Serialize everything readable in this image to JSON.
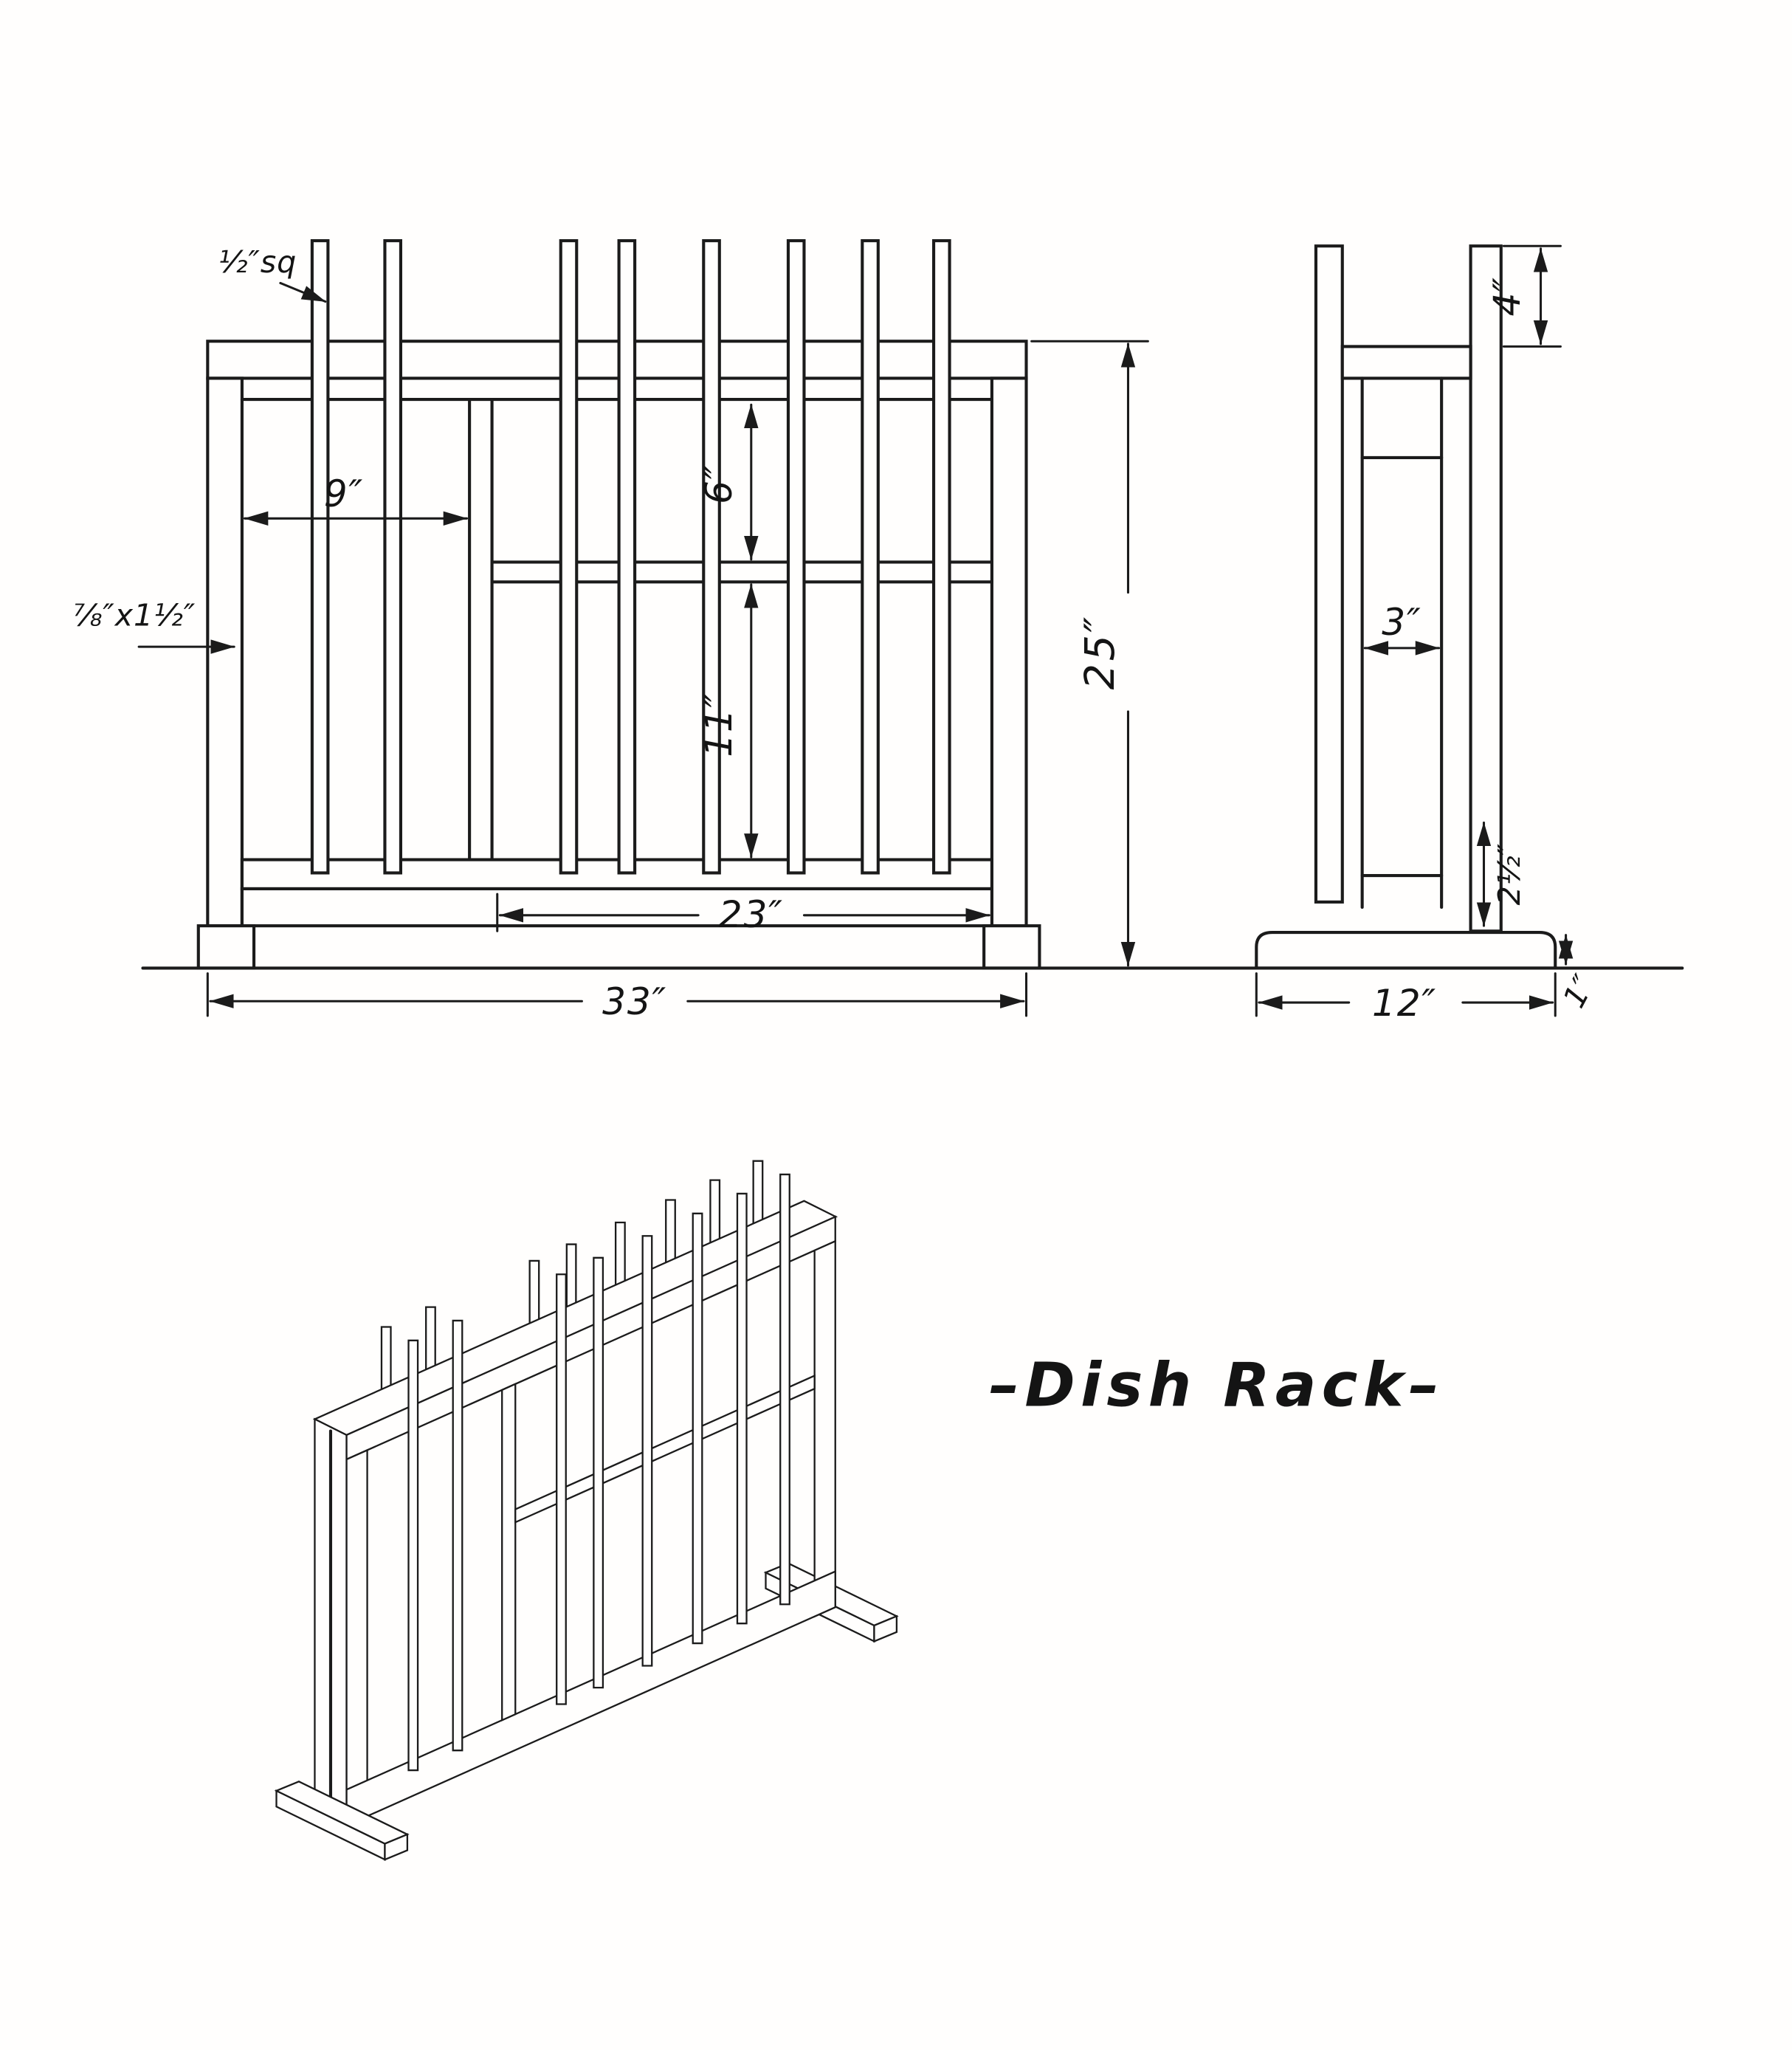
{
  "title": "–Dish Rack–",
  "front_view": {
    "pin_square": "½″sq",
    "left_bay": "9″",
    "upper_space": "6″",
    "lower_space": "11″",
    "clear_width": "23″",
    "overall_width": "33″",
    "overall_height": "25″",
    "frame_section": "⅞″x1½″"
  },
  "side_view": {
    "pin_height": "4″",
    "inner_depth": "3″",
    "base_height": "2½″",
    "base_width": "12″",
    "base_thickness": "1″"
  }
}
